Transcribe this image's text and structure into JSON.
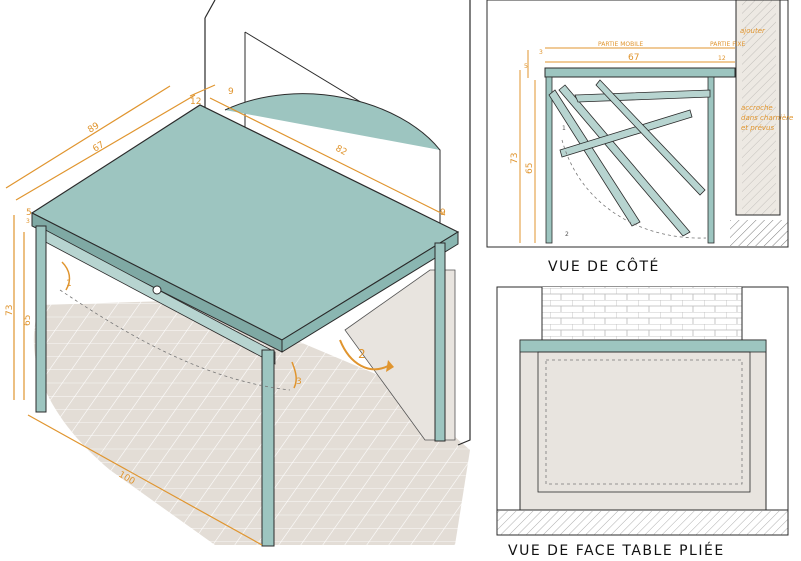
{
  "colors": {
    "table_top": "#9dc5c0",
    "table_edge": "#7fa9a4",
    "leg": "#9dc5c0",
    "dimension": "#e0952f",
    "floor_tile": "#e3ddd6",
    "wall_panel": "#e8e4df",
    "line": "#2b2b2b"
  },
  "isometric": {
    "dim_top_length": "89",
    "dim_top_depth": "67",
    "dim_fixed": "12",
    "dim_span": "82",
    "dim_nine_a": "9",
    "dim_nine_b": "9",
    "dim_height": "73",
    "dim_leg": "65",
    "dim_apron": "5",
    "dim_apron_b": "3",
    "dim_floor": "100",
    "step_1": "1",
    "step_2": "2",
    "step_3": "3"
  },
  "side_view": {
    "label_movable": "PARTIE MOBILE",
    "label_fixed": "PARTIE FIXE",
    "note_top": "ajouter",
    "dim_67": "67",
    "dim_12": "12",
    "dim_3": "3",
    "dim_5": "5",
    "dim_73": "73",
    "dim_65": "65",
    "mark_1": "1",
    "mark_2": "2",
    "note_hinge_1": "accroche",
    "note_hinge_2": "dans charnière",
    "note_hinge_3": "et prévus",
    "title": "VUE DE CÔTÉ"
  },
  "front_view": {
    "title": "VUE DE FACE TABLE PLIÉE"
  }
}
